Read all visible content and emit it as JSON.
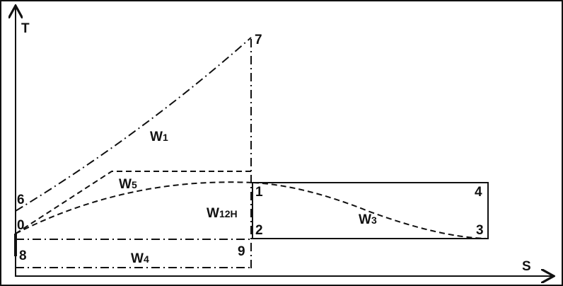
{
  "diagram": {
    "title": "T-S diagram",
    "axes": {
      "y_label": "T",
      "x_label": "S"
    },
    "points": [
      "0",
      "1",
      "2",
      "3",
      "4",
      "6",
      "7",
      "8",
      "9"
    ],
    "work_labels": [
      {
        "main": "W",
        "sub": "1"
      },
      {
        "main": "W",
        "sub": "5"
      },
      {
        "main": "W",
        "sub": "12H"
      },
      {
        "main": "W",
        "sub": "3"
      },
      {
        "main": "W",
        "sub": "4"
      }
    ],
    "colors": {
      "line": "#111111",
      "background": "#ffffff"
    }
  }
}
